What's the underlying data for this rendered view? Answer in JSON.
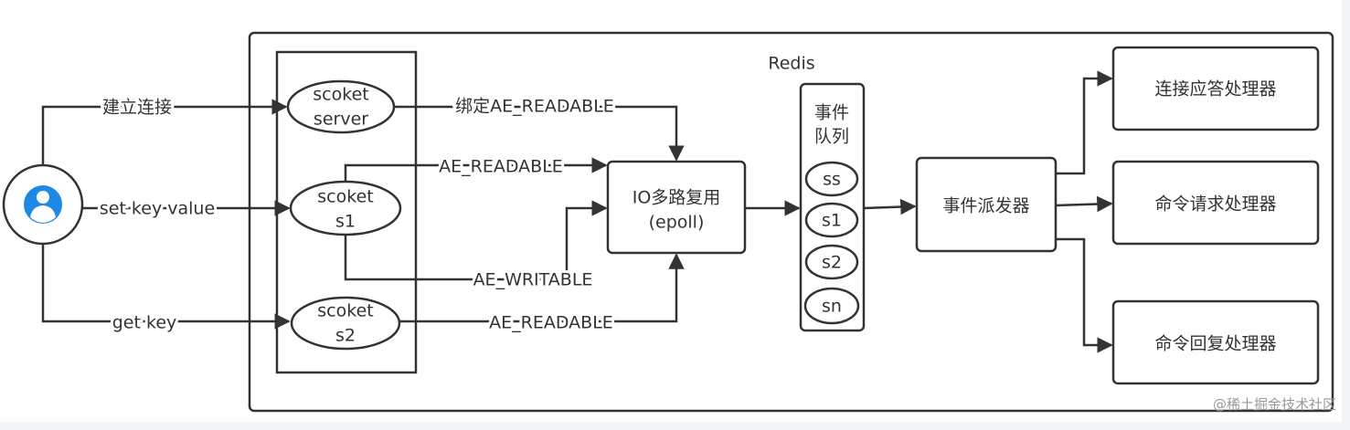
{
  "title": "Redis",
  "user": {
    "icon": "user-icon"
  },
  "edges": {
    "connect": "建立连接",
    "set": "set key value",
    "get": "get key",
    "bind": "绑定AE_READABLE",
    "s1_read": "AE_READABLE",
    "s1_write": "AE_WRITABLE",
    "s2_read": "AE_READABLE"
  },
  "sockets": [
    {
      "line1": "scoket",
      "line2": "server"
    },
    {
      "line1": "scoket",
      "line2": "s1"
    },
    {
      "line1": "scoket",
      "line2": "s2"
    }
  ],
  "io": {
    "line1": "IO多路复用",
    "line2": "(epoll)"
  },
  "queue": {
    "line1": "事件",
    "line2": "队列",
    "items": [
      "ss",
      "s1",
      "s2",
      "sn"
    ]
  },
  "dispatcher": "事件派发器",
  "handlers": [
    "连接应答处理器",
    "命令请求处理器",
    "命令回复处理器"
  ],
  "watermark": "@稀土掘金技术社区",
  "colors": {
    "user_icon": "#1e88e5",
    "line": "#333333"
  }
}
